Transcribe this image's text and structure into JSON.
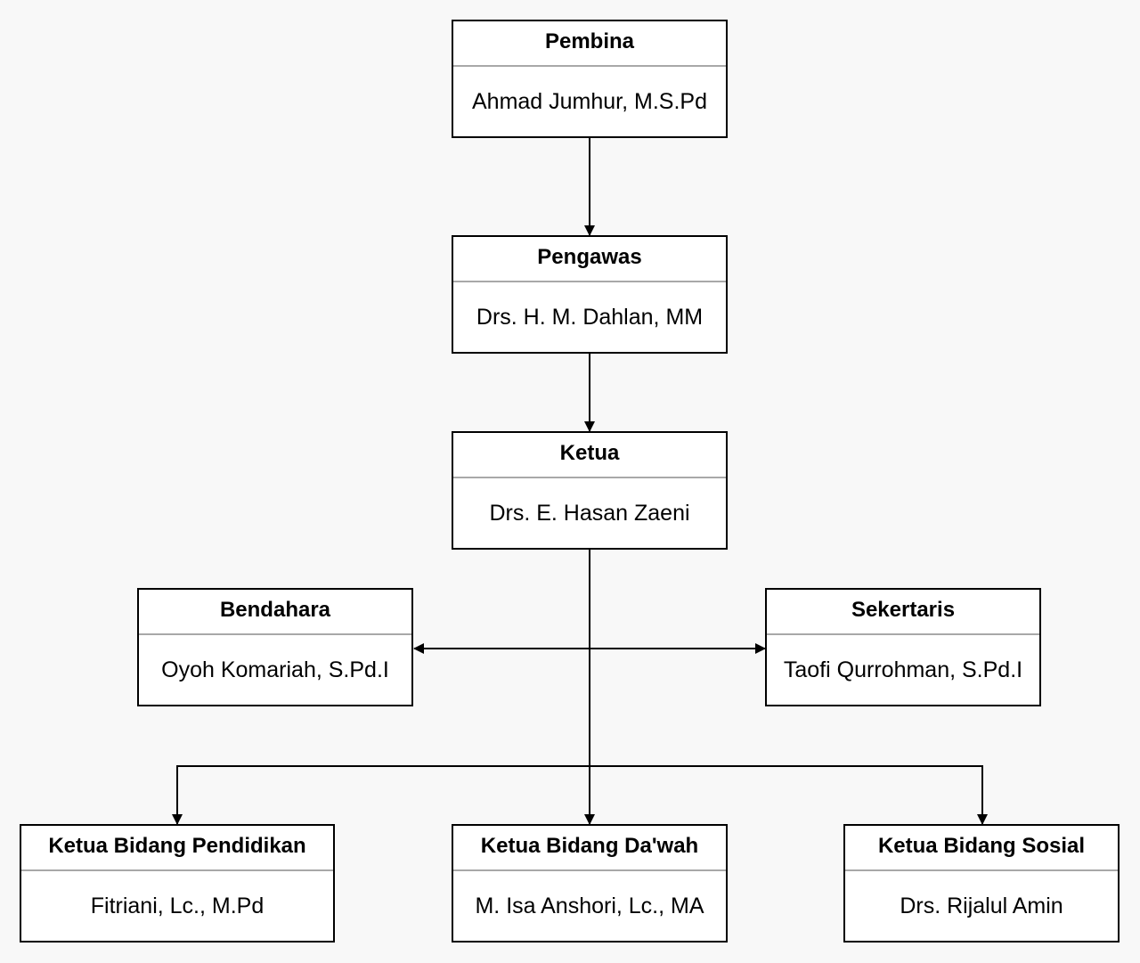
{
  "org_chart": {
    "pembina": {
      "role": "Pembina",
      "name": "Ahmad Jumhur, M.S.Pd"
    },
    "pengawas": {
      "role": "Pengawas",
      "name": "Drs. H. M. Dahlan, MM"
    },
    "ketua": {
      "role": "Ketua",
      "name": "Drs. E. Hasan Zaeni"
    },
    "bendahara": {
      "role": "Bendahara",
      "name": "Oyoh Komariah, S.Pd.I"
    },
    "sekertaris": {
      "role": "Sekertaris",
      "name": "Taofi Qurrohman, S.Pd.I"
    },
    "pendidikan": {
      "role": "Ketua Bidang Pendidikan",
      "name": "Fitriani, Lc., M.Pd"
    },
    "dawah": {
      "role": "Ketua Bidang Da'wah",
      "name": "M. Isa Anshori, Lc., MA"
    },
    "sosial": {
      "role": "Ketua Bidang Sosial",
      "name": "Drs. Rijalul Amin"
    }
  },
  "colors": {
    "background": "#f8f8f8",
    "box_border": "#000000",
    "header_divider": "#a8a8a8",
    "connector": "#000000"
  }
}
